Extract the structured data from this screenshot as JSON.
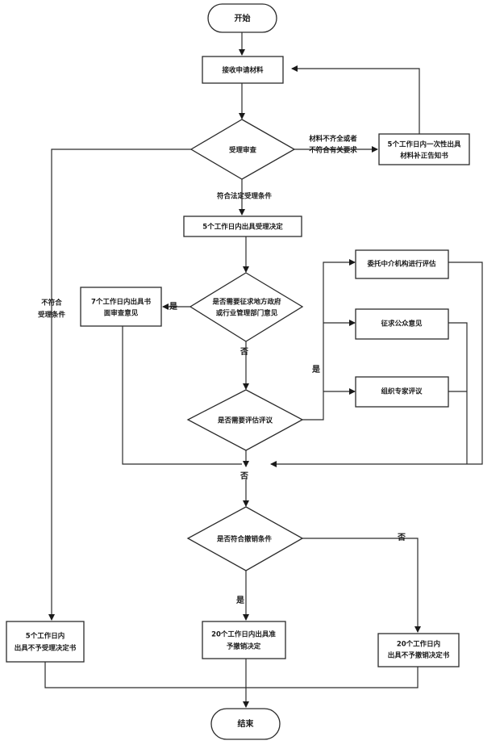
{
  "nodes": {
    "start": "开始",
    "receive": "接收申请材料",
    "review": "受理审查",
    "notify_line1": "5个工作日内一次性出具",
    "notify_line2": "材料补正告知书",
    "accept_decision": "5个工作日内出具受理决定",
    "consult_q_line1": "是否需要征求地方政府",
    "consult_q_line2": "或行业管理部门意见",
    "opinion_line1": "7个工作日内出具书",
    "opinion_line2": "面审查意见",
    "eval_q": "是否需要评估评议",
    "agency_eval": "委托中介机构进行评估",
    "public_opinion": "征求公众意见",
    "expert_review": "组织专家评议",
    "cancel_q": "是否符合撤销条件",
    "reject_line1": "5个工作日内",
    "reject_line2": "出具不予受理决定书",
    "approve_line1": "20个工作日内出具准",
    "approve_line2": "予撤销决定",
    "deny_line1": "20个工作日内",
    "deny_line2": "出具不予撤销决定书",
    "end": "结束"
  },
  "edge_labels": {
    "incomplete_line1": "材料不齐全或者",
    "incomplete_line2": "不符合有关要求",
    "meets": "符合法定受理条件",
    "not_meet_line1": "不符合",
    "not_meet_line2": "受理条件",
    "yes_consult": "是",
    "no_consult": "否",
    "yes_eval": "是",
    "no_eval": "否",
    "yes_cancel": "是",
    "no_cancel": "否"
  },
  "colors": {
    "stroke": "#2b2b2b",
    "text": "#1a1a1a",
    "background": "#ffffff"
  }
}
